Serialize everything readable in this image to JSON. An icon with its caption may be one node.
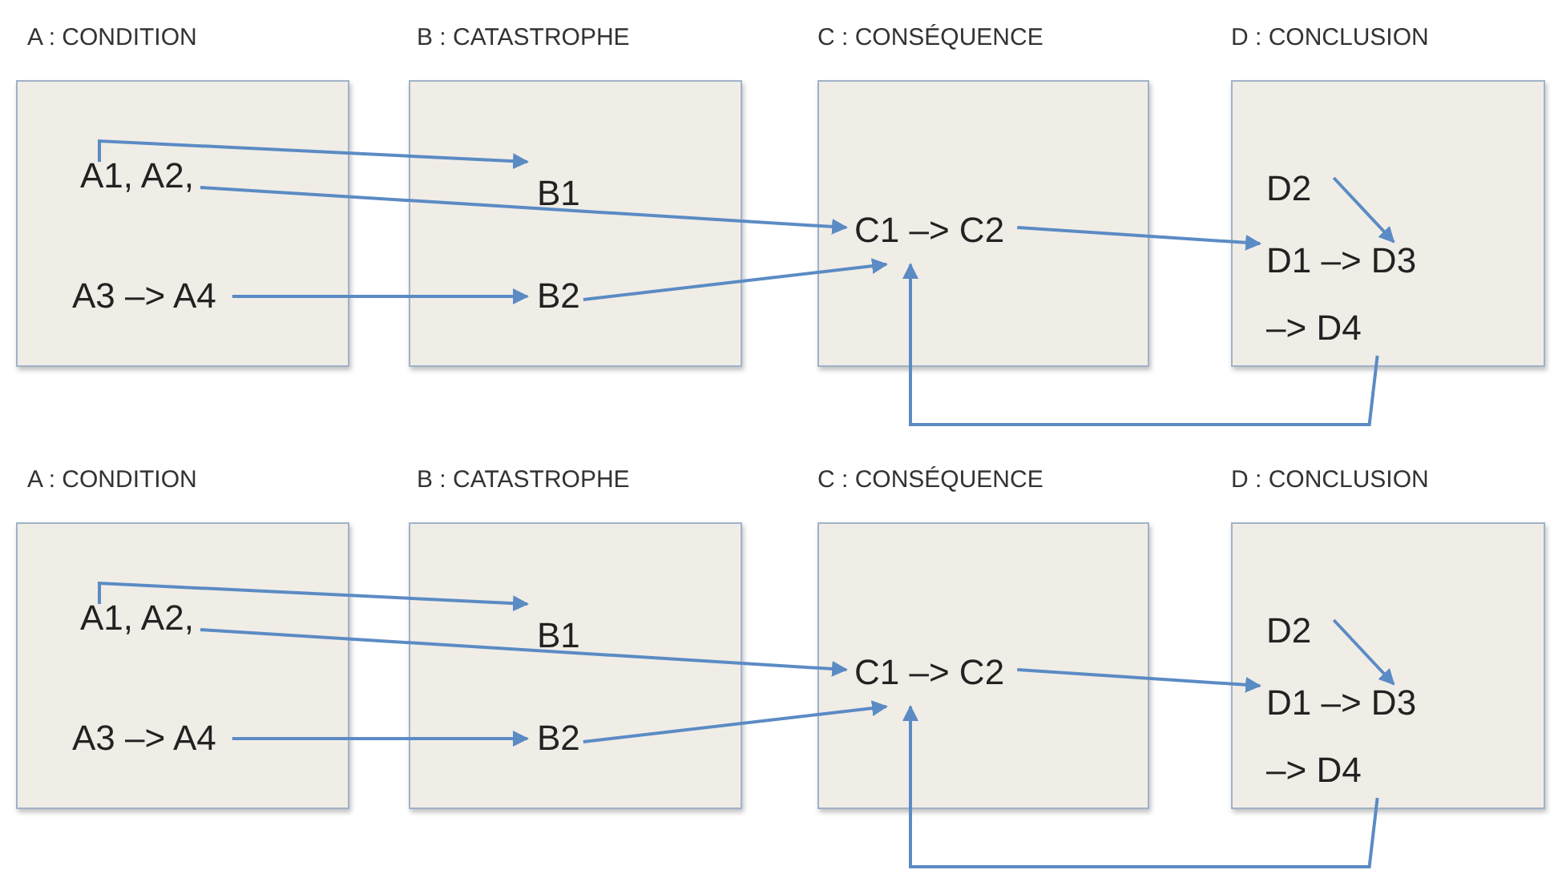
{
  "diagram": {
    "nodes": [
      {
        "text": [
          "A : CONDITION"
        ]
      },
      {
        "text": [
          "A1, A2,"
        ],
        "in": 0
      },
      {
        "text": [
          "A3 –> A4"
        ],
        "in": 0
      },
      {
        "text": [
          "B : CATASTROPHE"
        ]
      },
      {
        "text": [
          "B1"
        ],
        "in": 3
      },
      {
        "text": [
          "B2"
        ],
        "in": 3
      },
      {
        "text": [
          "C : CONSÉQUENCE"
        ]
      },
      {
        "text": [
          "C1 –> C2"
        ],
        "in": 6
      },
      {
        "text": [
          "D : CONCLUSION"
        ]
      },
      {
        "text": [
          "D2"
        ],
        "in": 8
      },
      {
        "text": [
          "D1 –> D3"
        ],
        "in": 8
      },
      {
        "text": [
          "–> D4"
        ],
        "in": 8
      },
      {
        "text": [
          "A : CONDITION"
        ]
      },
      {
        "text": [
          "A1, A2,"
        ],
        "in": 12
      },
      {
        "text": [
          "A3 –> A4"
        ],
        "in": 12
      },
      {
        "text": [
          "B : CATASTROPHE"
        ]
      },
      {
        "text": [
          "B1"
        ],
        "in": 15
      },
      {
        "text": [
          "B2"
        ],
        "in": 15
      },
      {
        "text": [
          "C : CONSÉQUENCE"
        ]
      },
      {
        "text": [
          "C1 –> C2"
        ],
        "in": 18
      },
      {
        "text": [
          "D : CONCLUSION"
        ]
      },
      {
        "text": [
          "D2"
        ],
        "in": 20
      },
      {
        "text": [
          "D1 –> D3"
        ],
        "in": 20
      },
      {
        "text": [
          "–> D4"
        ],
        "in": 20
      }
    ],
    "edges": [
      {
        "from": 1,
        "to": 4,
        "arrow": "to"
      },
      {
        "from": 1,
        "to": 7,
        "arrow": "to"
      },
      {
        "from": 2,
        "to": 5,
        "arrow": "to"
      },
      {
        "from": 5,
        "to": 7,
        "arrow": "to"
      },
      {
        "from": 7,
        "to": 10,
        "arrow": "to"
      },
      {
        "from": 9,
        "to": 10,
        "arrow": "to"
      },
      {
        "from": 11,
        "to": 7,
        "arrow": "to"
      },
      {
        "from": 13,
        "to": 16,
        "arrow": "to"
      },
      {
        "from": 13,
        "to": 19,
        "arrow": "to"
      },
      {
        "from": 14,
        "to": 17,
        "arrow": "to"
      },
      {
        "from": 17,
        "to": 19,
        "arrow": "to"
      },
      {
        "from": 19,
        "to": 22,
        "arrow": "to"
      },
      {
        "from": 21,
        "to": 22,
        "arrow": "to"
      },
      {
        "from": 23,
        "to": 19,
        "arrow": "to"
      }
    ]
  }
}
